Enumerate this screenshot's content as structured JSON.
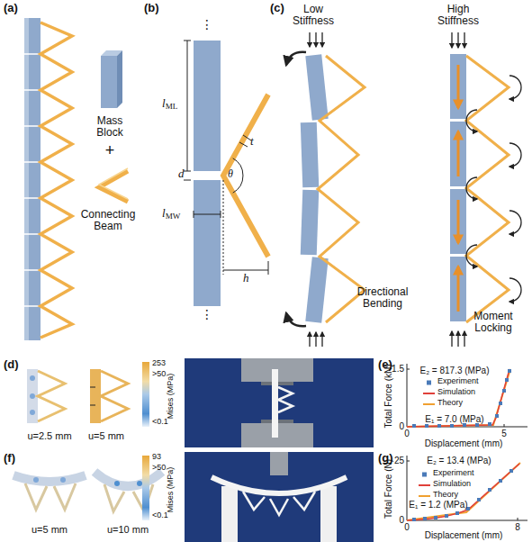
{
  "diagram": {
    "labels": [
      "(a)",
      "Mass Block",
      "+",
      "Connecting Beam",
      "(b)",
      "⋮",
      "lML",
      "d",
      "θ",
      "t",
      "h",
      "lMW",
      "⋮",
      "(c)",
      "Low Stiffness",
      "High Stiffness",
      "Directional Bending",
      "Moment Locking",
      "(d)",
      "u=2.5 mm",
      "u=5 mm",
      "253",
      ">50",
      "Mises (MPa)",
      "<0.1",
      "(e)",
      "E₂ = 817.3 (MPa)",
      "E₁ = 7.0 (MPa)",
      "1.5",
      "0",
      "0",
      "5",
      "Total Force (kN)",
      "Displacement (mm)",
      "(f)",
      "u=5 mm",
      "u=10 mm",
      "93",
      ">50",
      "Mises (MPa)",
      "<0.1",
      "(g)",
      "E₂ = 13.4 (MPa)",
      "E₁ = 1.2 (MPa)",
      "25",
      "0",
      "0",
      "8",
      "Total Force (N)",
      "Displacement (mm)"
    ],
    "legend": [
      {
        "text": "Experiment"
      },
      {
        "text": "Simulation"
      },
      {
        "text": "Theory"
      },
      {
        "text": "Experiment"
      },
      {
        "text": "Simulation"
      },
      {
        "text": "Theory"
      }
    ]
  }
}
